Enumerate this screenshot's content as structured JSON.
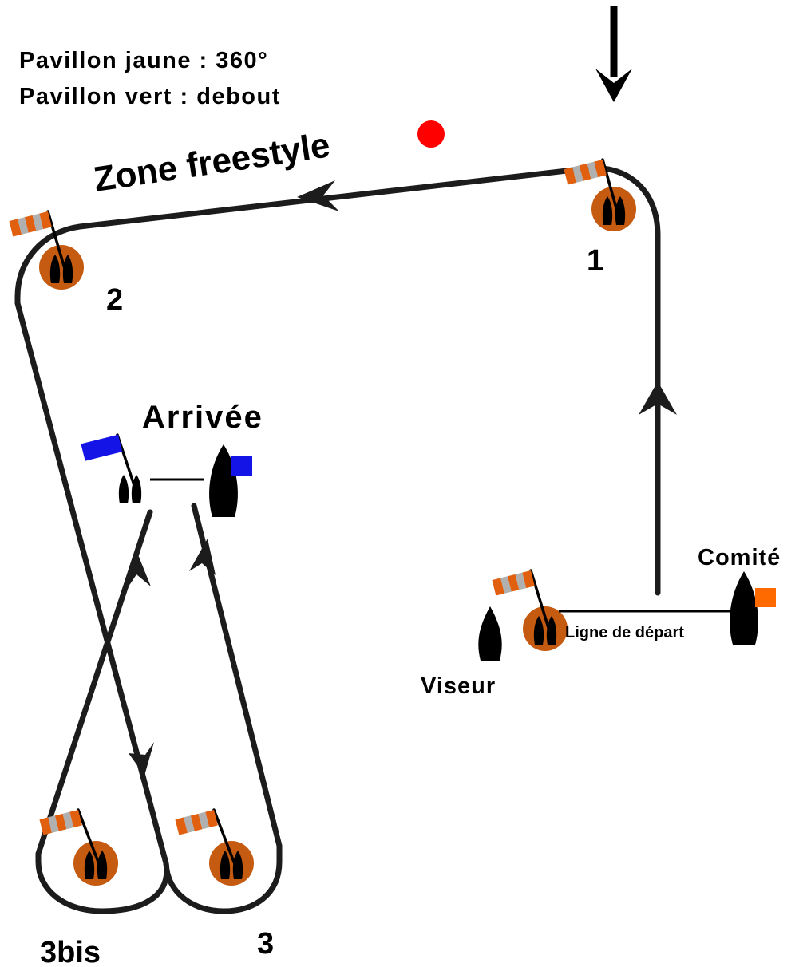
{
  "legend": {
    "yellow_flag": "Pavillon jaune : 360°",
    "green_flag": "Pavillon vert : debout"
  },
  "zone_label": "Zone freestyle",
  "marks": {
    "mark_1": "1",
    "mark_2": "2",
    "mark_3": "3",
    "mark_3bis": "3bis"
  },
  "finish": {
    "label": "Arrivée"
  },
  "start": {
    "line_label": "Ligne de départ",
    "committee_label": "Comité",
    "sighter_label": "Viseur"
  },
  "colors": {
    "buoy": "#c55a11",
    "flag_orange": "#e06010",
    "flag_grey": "#b0b0b0",
    "finish_flag": "#1414e6",
    "committee_flag": "#ff6a00",
    "marker_dot": "#ff0000",
    "course_line": "#1c1c1c"
  }
}
